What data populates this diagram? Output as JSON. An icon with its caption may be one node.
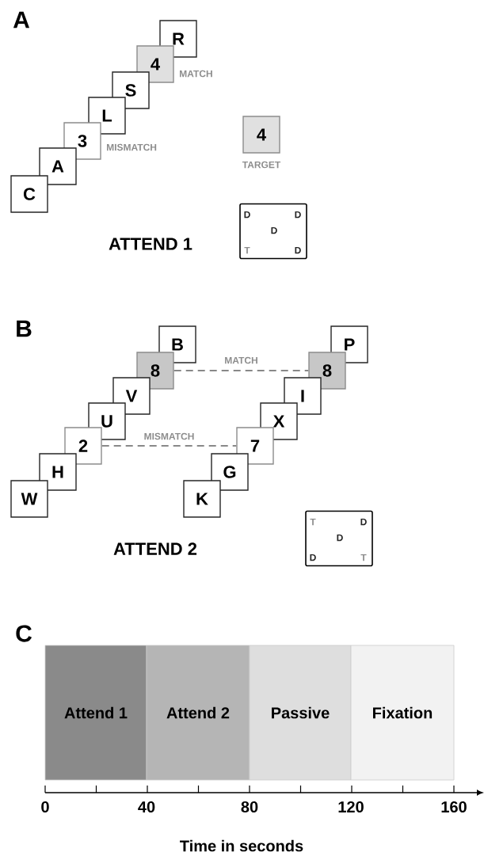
{
  "diagram": {
    "nodes": [
      {
        "text": [
          "C"
        ]
      },
      {
        "text": [
          "A"
        ]
      },
      {
        "text": [
          "3"
        ],
        "beside": [
          "MISMATCH"
        ]
      },
      {
        "text": [
          "L"
        ]
      },
      {
        "text": [
          "S"
        ]
      },
      {
        "text": [
          "4"
        ],
        "beside": [
          "MATCH"
        ]
      },
      {
        "text": [
          "R"
        ]
      },
      {
        "text": [
          "4"
        ],
        "beside": [
          "TARGET"
        ]
      },
      {
        "text": [
          "D",
          "D",
          "D",
          "T",
          "D"
        ]
      },
      {
        "text": [
          "W"
        ]
      },
      {
        "text": [
          "H"
        ]
      },
      {
        "text": [
          "2"
        ]
      },
      {
        "text": [
          "U"
        ]
      },
      {
        "text": [
          "V"
        ]
      },
      {
        "text": [
          "8"
        ]
      },
      {
        "text": [
          "B"
        ]
      },
      {
        "text": [
          "K"
        ]
      },
      {
        "text": [
          "G"
        ]
      },
      {
        "text": [
          "7"
        ]
      },
      {
        "text": [
          "X"
        ]
      },
      {
        "text": [
          "I"
        ]
      },
      {
        "text": [
          "8"
        ]
      },
      {
        "text": [
          "P"
        ]
      },
      {
        "text": [
          "T",
          "D",
          "D",
          "D",
          "T"
        ]
      },
      {
        "text": [
          "Attend 1"
        ]
      },
      {
        "text": [
          "Attend 2"
        ]
      },
      {
        "text": [
          "Passive"
        ]
      },
      {
        "text": [
          "Fixation"
        ]
      }
    ],
    "edges": [
      {
        "from": 14,
        "to": 21,
        "arrow": "none",
        "style": "dashed",
        "label": "MATCH"
      },
      {
        "from": 11,
        "to": 18,
        "arrow": "none",
        "style": "dashed",
        "label": "MISMATCH"
      }
    ],
    "labels": [
      "A",
      "ATTEND 1",
      "B",
      "ATTEND 2",
      "C",
      "0",
      "40",
      "80",
      "120",
      "160",
      "Time in seconds"
    ]
  }
}
